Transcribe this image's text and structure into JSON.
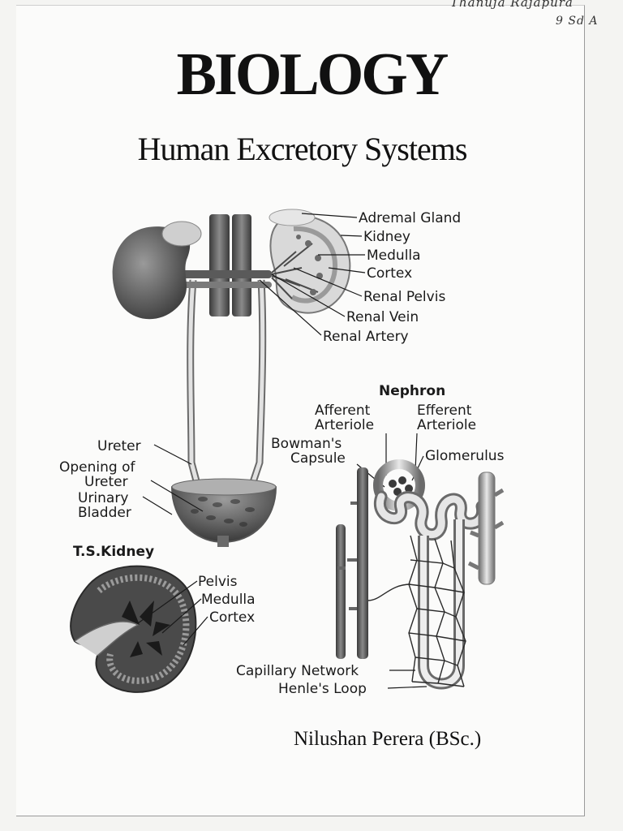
{
  "handwritten": {
    "name": "Thanuja Rajapura",
    "class": "9 Sd A"
  },
  "title": "BIOLOGY",
  "subtitle": "Human Excretory Systems",
  "kidney_labels": {
    "adrenal_gland": "Adremal Gland",
    "kidney": "Kidney",
    "medulla": "Medulla",
    "cortex": "Cortex",
    "renal_pelvis": "Renal Pelvis",
    "renal_vein": "Renal Vein",
    "renal_artery": "Renal Artery"
  },
  "bladder_labels": {
    "ureter": "Ureter",
    "opening_of_ureter_1": "Opening of",
    "opening_of_ureter_2": "Ureter",
    "urinary_bladder_1": "Urinary",
    "urinary_bladder_2": "Bladder"
  },
  "ts_kidney": {
    "heading": "T.S.Kidney",
    "pelvis": "Pelvis",
    "medulla": "Medulla",
    "cortex": "Cortex"
  },
  "nephron": {
    "heading": "Nephron",
    "afferent_1": "Afferent",
    "afferent_2": "Arteriole",
    "efferent_1": "Efferent",
    "efferent_2": "Arteriole",
    "bowmans_1": "Bowman's",
    "bowmans_2": "Capsule",
    "glomerulus": "Glomerulus",
    "capillary_network": "Capillary Network",
    "henles_loop": "Henle's Loop"
  },
  "author": "Nilushan Perera (BSc.)",
  "colors": {
    "ink": "#1a1a1a",
    "tissue_dark": "#5a5a5a",
    "tissue_light": "#bdbdbd"
  }
}
